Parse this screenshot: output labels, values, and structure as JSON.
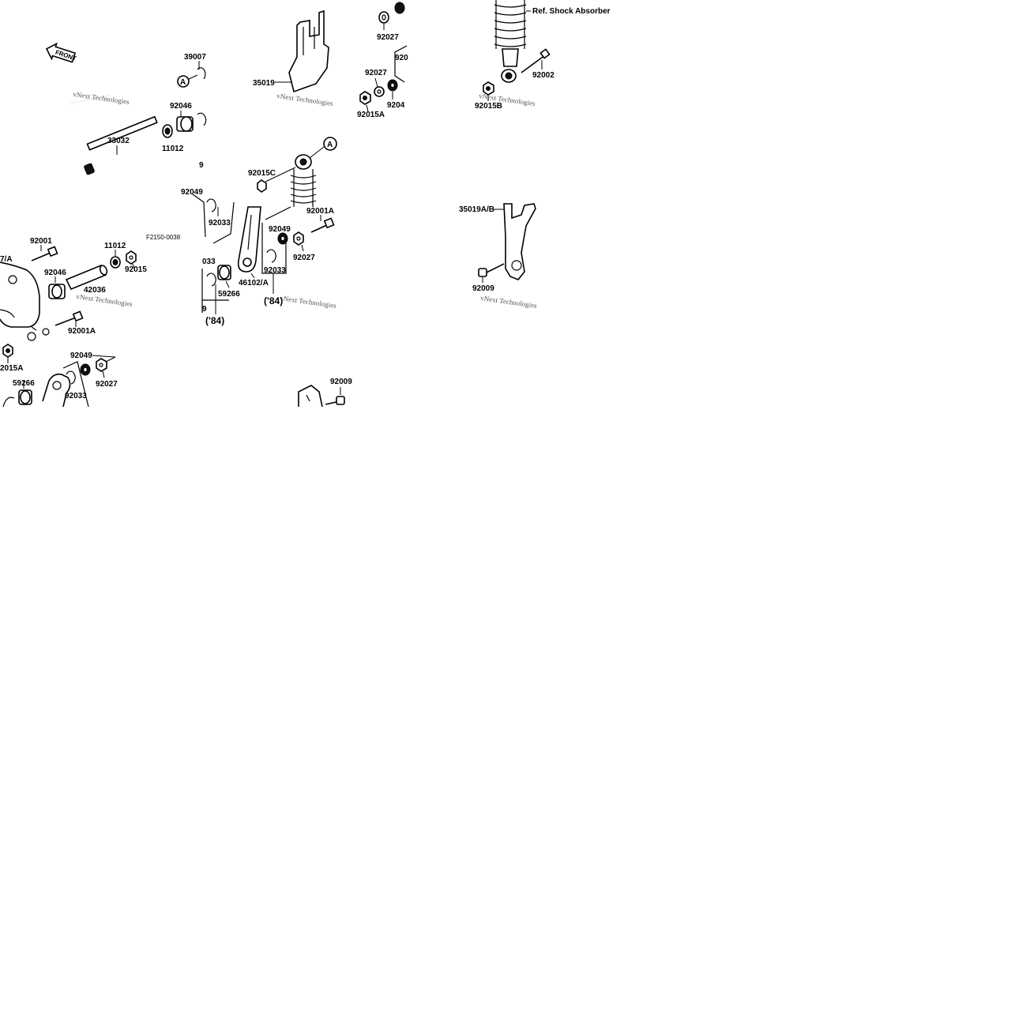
{
  "diagram": {
    "front_badge": "FRONT",
    "figure_code": "F2150-0038",
    "ref_note": "Ref. Shock Absorber",
    "callout_letter": "A",
    "year_tag": "('84)",
    "watermark": "vNext Technologies"
  },
  "labels": {
    "p39007": "39007",
    "p35019": "35019",
    "p92027_top": "92027",
    "p92027_mid": "92027",
    "p92046_top": "92046",
    "p33032": "33032",
    "p11012_top": "11012",
    "p92015A_top": "92015A",
    "p92045": "9204",
    "p920_cut": "920",
    "p92002": "92002",
    "p92015B": "92015B",
    "p9_cut_a": "9",
    "p92015C": "92015C",
    "p92049_mid": "92049",
    "p92033_mid": "92033",
    "p92001A_mid": "92001A",
    "p92049_right": "92049",
    "p92027_right": "92027",
    "p92033_right": "92033",
    "p46102A": "46102/A",
    "p59266_mid": "59266",
    "p033_cut": "033",
    "p9_cut_b": "9",
    "p35019AB": "35019A/B",
    "p92009_right": "92009",
    "p92001_left": "92001",
    "p7A_cut": "7/A",
    "p11012_left": "11012",
    "p92015_left": "92015",
    "p92046_left": "92046",
    "p42036": "42036",
    "p92001A_left": "92001A",
    "p92015A_left": "2015A",
    "p92049_bottom": "92049",
    "p92027_bottom": "92027",
    "p59266_bottom": "59266",
    "p92033_bottom": "92033",
    "p92009_bottom": "92009"
  }
}
